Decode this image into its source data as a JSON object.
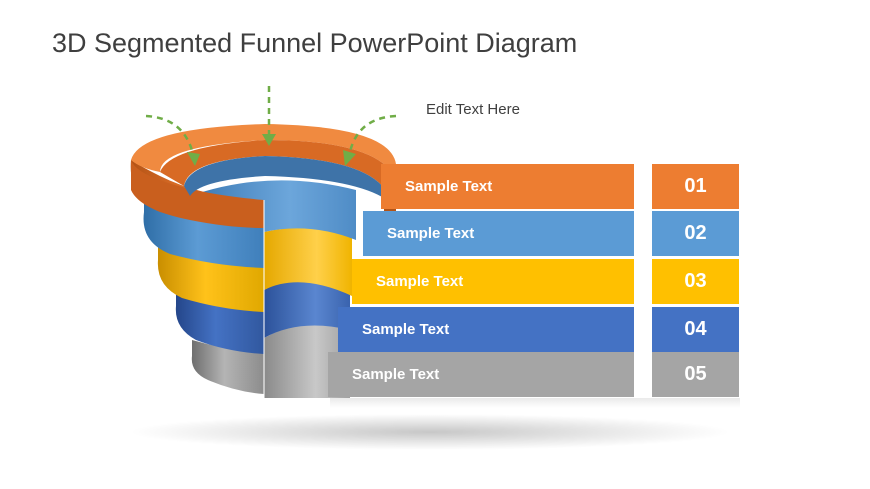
{
  "slide": {
    "title": "3D Segmented Funnel PowerPoint Diagram",
    "edit_text": "Edit Text Here"
  },
  "colors": {
    "orange": "#ED7D31",
    "blue": "#5B9BD5",
    "yellow": "#FFC000",
    "dark_blue": "#4472C4",
    "gray": "#A5A5A5",
    "arrow_green": "#70AD47"
  },
  "segments": [
    {
      "label": "Sample Text",
      "number": "01",
      "color": "#ED7D31"
    },
    {
      "label": "Sample Text",
      "number": "02",
      "color": "#5B9BD5"
    },
    {
      "label": "Sample Text",
      "number": "03",
      "color": "#FFC000"
    },
    {
      "label": "Sample Text",
      "number": "04",
      "color": "#4472C4"
    },
    {
      "label": "Sample Text",
      "number": "05",
      "color": "#A5A5A5"
    }
  ]
}
